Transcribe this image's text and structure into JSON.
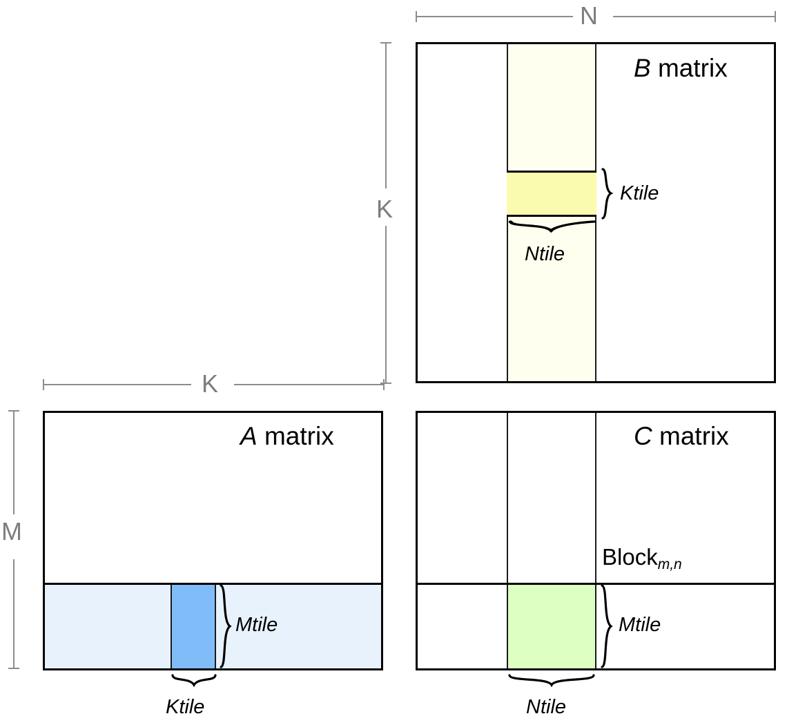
{
  "diagram": {
    "title": "Tiled matrix multiplication blocking diagram",
    "colors": {
      "stroke": "#000000",
      "thin_stroke": "#1a1a1a",
      "dimension_gray": "#8c8c8c",
      "dimension_label_gray": "#7d7d7d",
      "b_column_stripe": "#fffff0",
      "b_ktile": "#fbfbaf",
      "a_row_stripe": "#e8f2fd",
      "a_ktile": "#80bdf8",
      "c_tile": "#ddffc2",
      "background": "#ffffff"
    },
    "matrices": [
      {
        "id": "b-matrix",
        "caption_italic": "B",
        "caption_rest": " matrix",
        "dimension_top": "N",
        "dimension_left": "K",
        "tile_labels": [
          "Ktile",
          "Ntile"
        ]
      },
      {
        "id": "a-matrix",
        "caption_italic": "A",
        "caption_rest": " matrix",
        "dimension_top": "K",
        "dimension_left": "M",
        "tile_labels": [
          "Mtile",
          "Ktile"
        ]
      },
      {
        "id": "c-matrix",
        "caption_italic": "C",
        "caption_rest": " matrix",
        "block_label": "Block",
        "block_sub": "m,n",
        "tile_labels": [
          "Mtile",
          "Ntile"
        ]
      }
    ],
    "labels": {
      "b_caption_italic": "B",
      "b_caption_rest": " matrix",
      "a_caption_italic": "A",
      "a_caption_rest": " matrix",
      "c_caption_italic": "C",
      "c_caption_rest": " matrix",
      "dim_n": "N",
      "dim_k_b": "K",
      "dim_k_a": "K",
      "dim_m": "M",
      "b_ktile": "Ktile",
      "b_ntile": "Ntile",
      "a_mtile": "Mtile",
      "a_ktile": "Ktile",
      "c_mtile": "Mtile",
      "c_ntile": "Ntile",
      "block_text": "Block",
      "block_sub": "m,n"
    }
  }
}
